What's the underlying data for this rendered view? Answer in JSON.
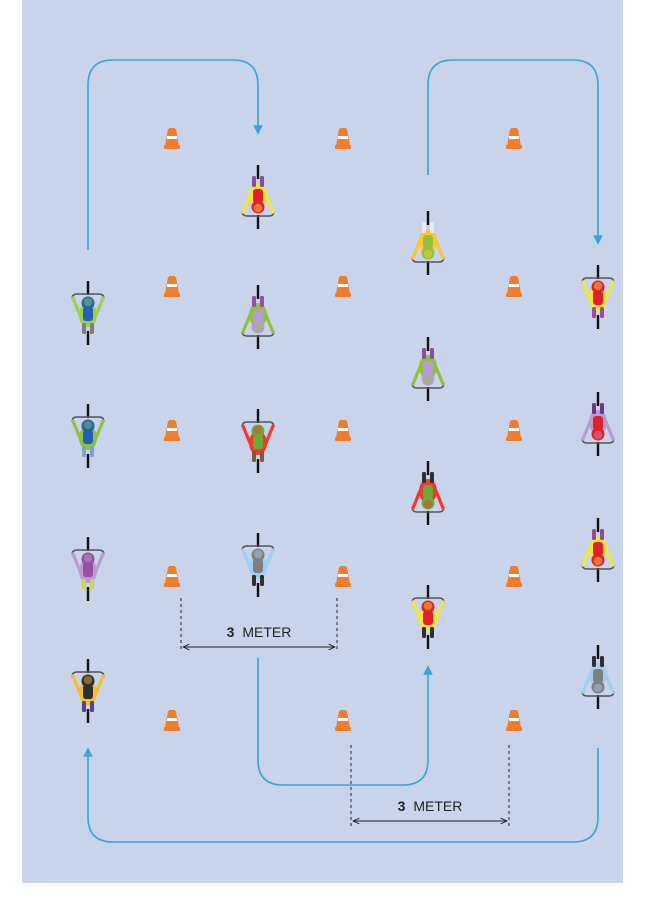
{
  "colors": {
    "background": "#c9d3ea",
    "route": "#33a6dc",
    "cone": "#ef7d2b",
    "cone_stripe": "#ffffff",
    "dim_line": "#222222"
  },
  "dimension_labels": [
    {
      "number": "3",
      "unit": "METER"
    },
    {
      "number": "3",
      "unit": "METER"
    }
  ],
  "icons": {
    "cone": "traffic-cone-icon",
    "cyclist": "cyclist-top-view-icon",
    "arrow": "route-arrow-icon"
  },
  "cyclists": [
    {
      "color": "#f3e63a",
      "body": "#e21f2b",
      "pants": "#8a4f9c",
      "dir": "down"
    },
    {
      "color": "#9ad14b",
      "body": "#1f62b5",
      "pants": "#7f7f7f",
      "dir": "up"
    },
    {
      "color": "#8fc33f",
      "body": "#b69cd1",
      "pants": "#9b4d9f",
      "dir": "down"
    },
    {
      "color": "#ef3b2f",
      "body": "#6aaa3a",
      "pants": "#7c5b3c",
      "dir": "up"
    },
    {
      "color": "#b79bd1",
      "body": "#9b4d9f",
      "pants": "#cbd84a",
      "dir": "up"
    },
    {
      "color": "#9fd0ef",
      "body": "#7f7f7f",
      "pants": "#2f2f2f",
      "dir": "up"
    },
    {
      "color": "#8fc33f",
      "body": "#1f62b5",
      "pants": "#7fa0c8",
      "dir": "up"
    },
    {
      "color": "#f3c030",
      "body": "#2f2f2f",
      "pants": "#5c3f8f",
      "dir": "up"
    },
    {
      "color": "#f3e63a",
      "body": "#e21f2b",
      "pants": "#2f2f2f",
      "dir": "up"
    },
    {
      "color": "#f3e63a",
      "body": "#e21f2b",
      "pants": "#9b4d9f",
      "dir": "up"
    },
    {
      "color": "#fcc52e",
      "body": "#8fc33f",
      "pants": "#e9eaf0",
      "dir": "down"
    },
    {
      "color": "#b79bd1",
      "body": "#e21f2b",
      "pants": "#6a3b8a",
      "dir": "down"
    },
    {
      "color": "#8fc33f",
      "body": "#b69cd1",
      "pants": "#8a4f9c",
      "dir": "down"
    },
    {
      "color": "#ef3b2f",
      "body": "#6aaa3a",
      "pants": "#2f2f2f",
      "dir": "down"
    },
    {
      "color": "#9fd0ef",
      "body": "#7f7f7f",
      "pants": "#2f2f2f",
      "dir": "down"
    }
  ]
}
